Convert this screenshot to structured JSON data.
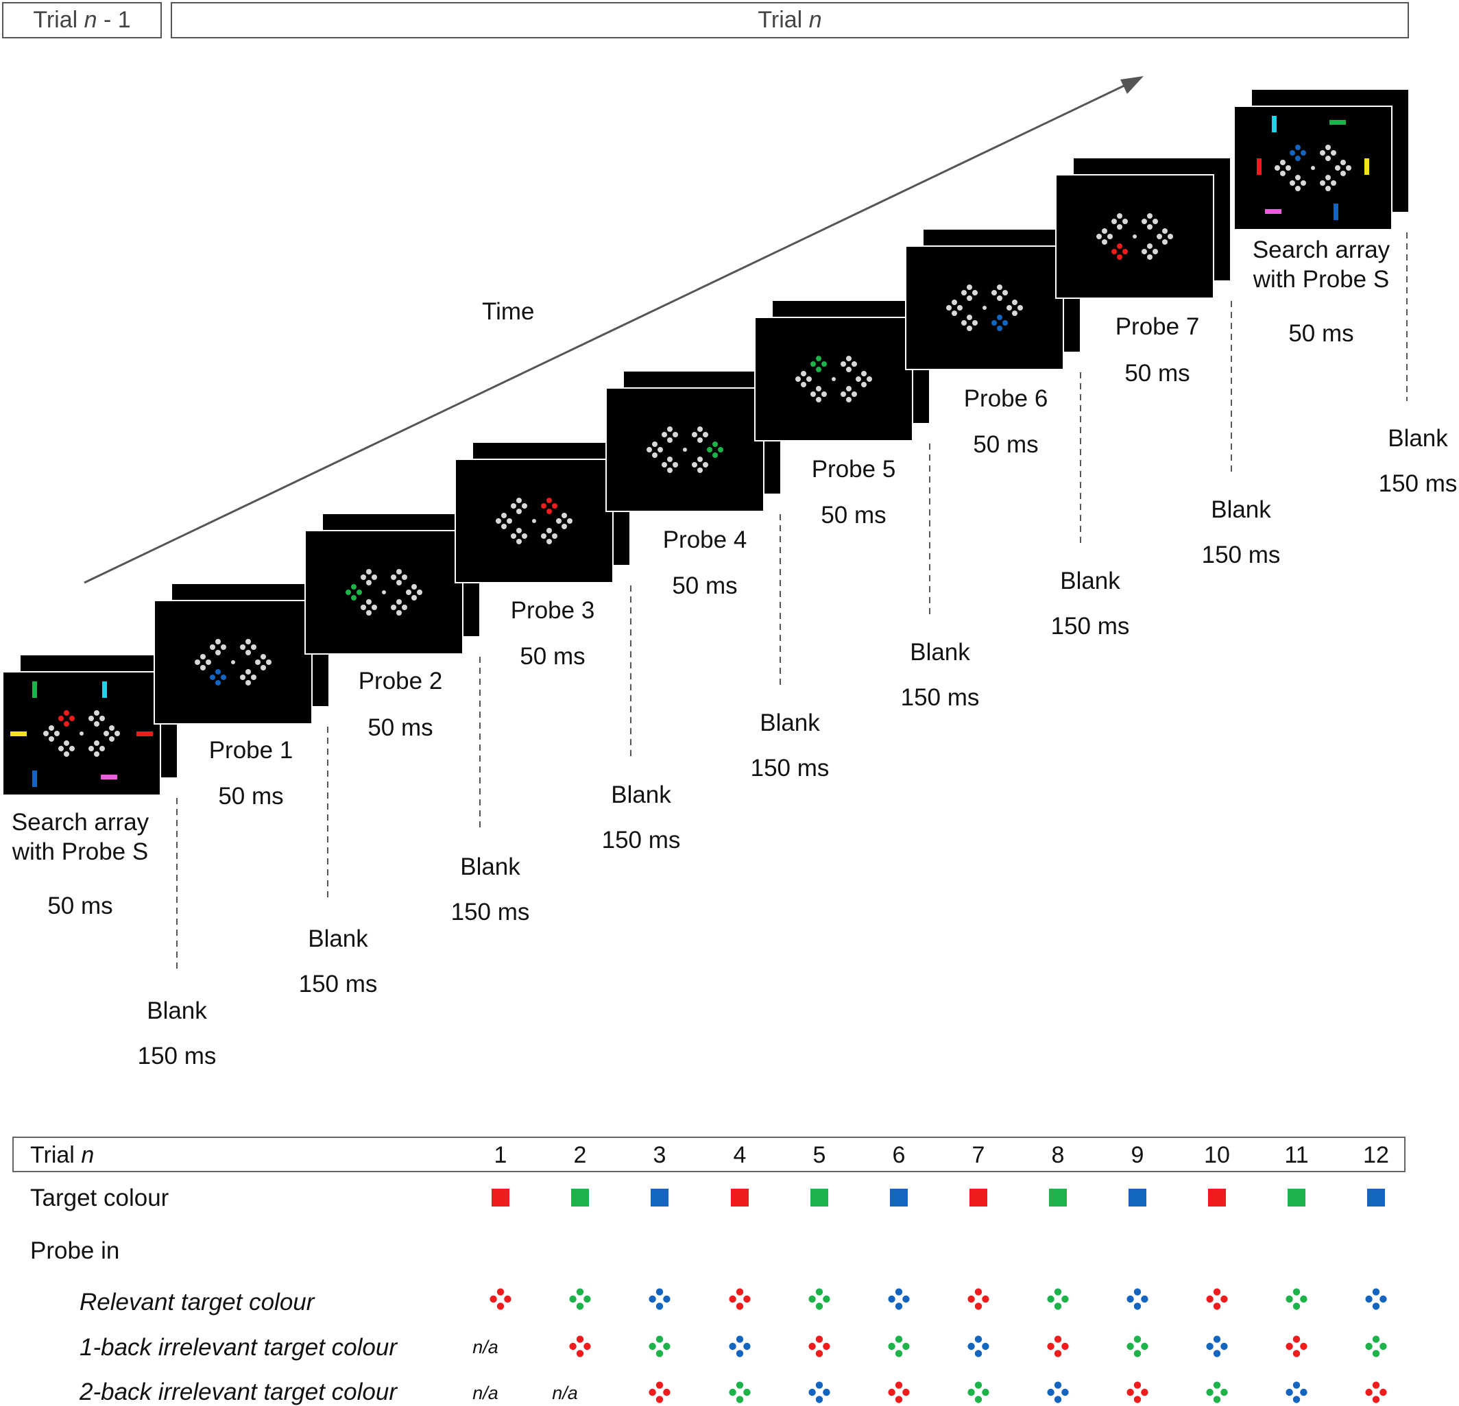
{
  "header": {
    "trial_prev_label": "Trial",
    "trial_prev_var": "n",
    "trial_prev_suffix": "- 1",
    "trial_label": "Trial",
    "trial_var": "n"
  },
  "time_label": "Time",
  "stimuli": [
    {
      "name": "Search array",
      "name2": "with Probe S",
      "duration": "50 ms",
      "type": "search",
      "blank_label": "Blank",
      "blank_duration": "150 ms"
    },
    {
      "name": "Probe 1",
      "duration": "50 ms",
      "type": "probe",
      "probe_color": "blue",
      "probe_pos": "bottom-left",
      "blank_label": "Blank",
      "blank_duration": "150 ms"
    },
    {
      "name": "Probe 2",
      "duration": "50 ms",
      "type": "probe",
      "probe_color": "green",
      "probe_pos": "left",
      "blank_label": "Blank",
      "blank_duration": "150 ms"
    },
    {
      "name": "Probe 3",
      "duration": "50 ms",
      "type": "probe",
      "probe_color": "red",
      "probe_pos": "top-right",
      "blank_label": "Blank",
      "blank_duration": "150 ms"
    },
    {
      "name": "Probe 4",
      "duration": "50 ms",
      "type": "probe",
      "probe_color": "green",
      "probe_pos": "right",
      "blank_label": "Blank",
      "blank_duration": "150 ms"
    },
    {
      "name": "Probe 5",
      "duration": "50 ms",
      "type": "probe",
      "probe_color": "green",
      "probe_pos": "top-left",
      "blank_label": "Blank",
      "blank_duration": "150 ms"
    },
    {
      "name": "Probe 6",
      "duration": "50 ms",
      "type": "probe",
      "probe_color": "blue",
      "probe_pos": "bottom-right",
      "blank_label": "Blank",
      "blank_duration": "150 ms"
    },
    {
      "name": "Probe 7",
      "duration": "50 ms",
      "type": "probe",
      "probe_color": "red",
      "probe_pos": "bottom-left",
      "blank_label": "Blank",
      "blank_duration": "150 ms"
    },
    {
      "name": "Search array",
      "name2": "with Probe S",
      "duration": "50 ms",
      "type": "search2",
      "blank_label": "Blank",
      "blank_duration": "150 ms"
    }
  ],
  "table": {
    "header_label": "Trial",
    "header_var": "n",
    "trial_numbers": [
      "1",
      "2",
      "3",
      "4",
      "5",
      "6",
      "7",
      "8",
      "9",
      "10",
      "11",
      "12"
    ],
    "target_colour_label": "Target colour",
    "target_colours": [
      "red",
      "green",
      "blue",
      "red",
      "green",
      "blue",
      "red",
      "green",
      "blue",
      "red",
      "green",
      "blue"
    ],
    "probe_in_label": "Probe in",
    "rows": [
      {
        "label": "Relevant target colour",
        "cells": [
          "red",
          "green",
          "blue",
          "red",
          "green",
          "blue",
          "red",
          "green",
          "blue",
          "red",
          "green",
          "blue"
        ]
      },
      {
        "label": "1-back irrelevant target colour",
        "cells": [
          "n/a",
          "red",
          "green",
          "blue",
          "red",
          "green",
          "blue",
          "red",
          "green",
          "blue",
          "red",
          "green"
        ]
      },
      {
        "label": "2-back irrelevant target colour",
        "cells": [
          "n/a",
          "n/a",
          "red",
          "green",
          "blue",
          "red",
          "green",
          "blue",
          "red",
          "green",
          "blue",
          "red"
        ]
      }
    ]
  },
  "colors": {
    "red": "#ee1c1c",
    "green": "#1db34a",
    "blue": "#1465c0",
    "cyan": "#1ad6e8",
    "yellow": "#f4e21b",
    "magenta": "#ee5ddf",
    "dot": "#d8d8d8",
    "screen": "#000000",
    "arrow": "#555555"
  }
}
